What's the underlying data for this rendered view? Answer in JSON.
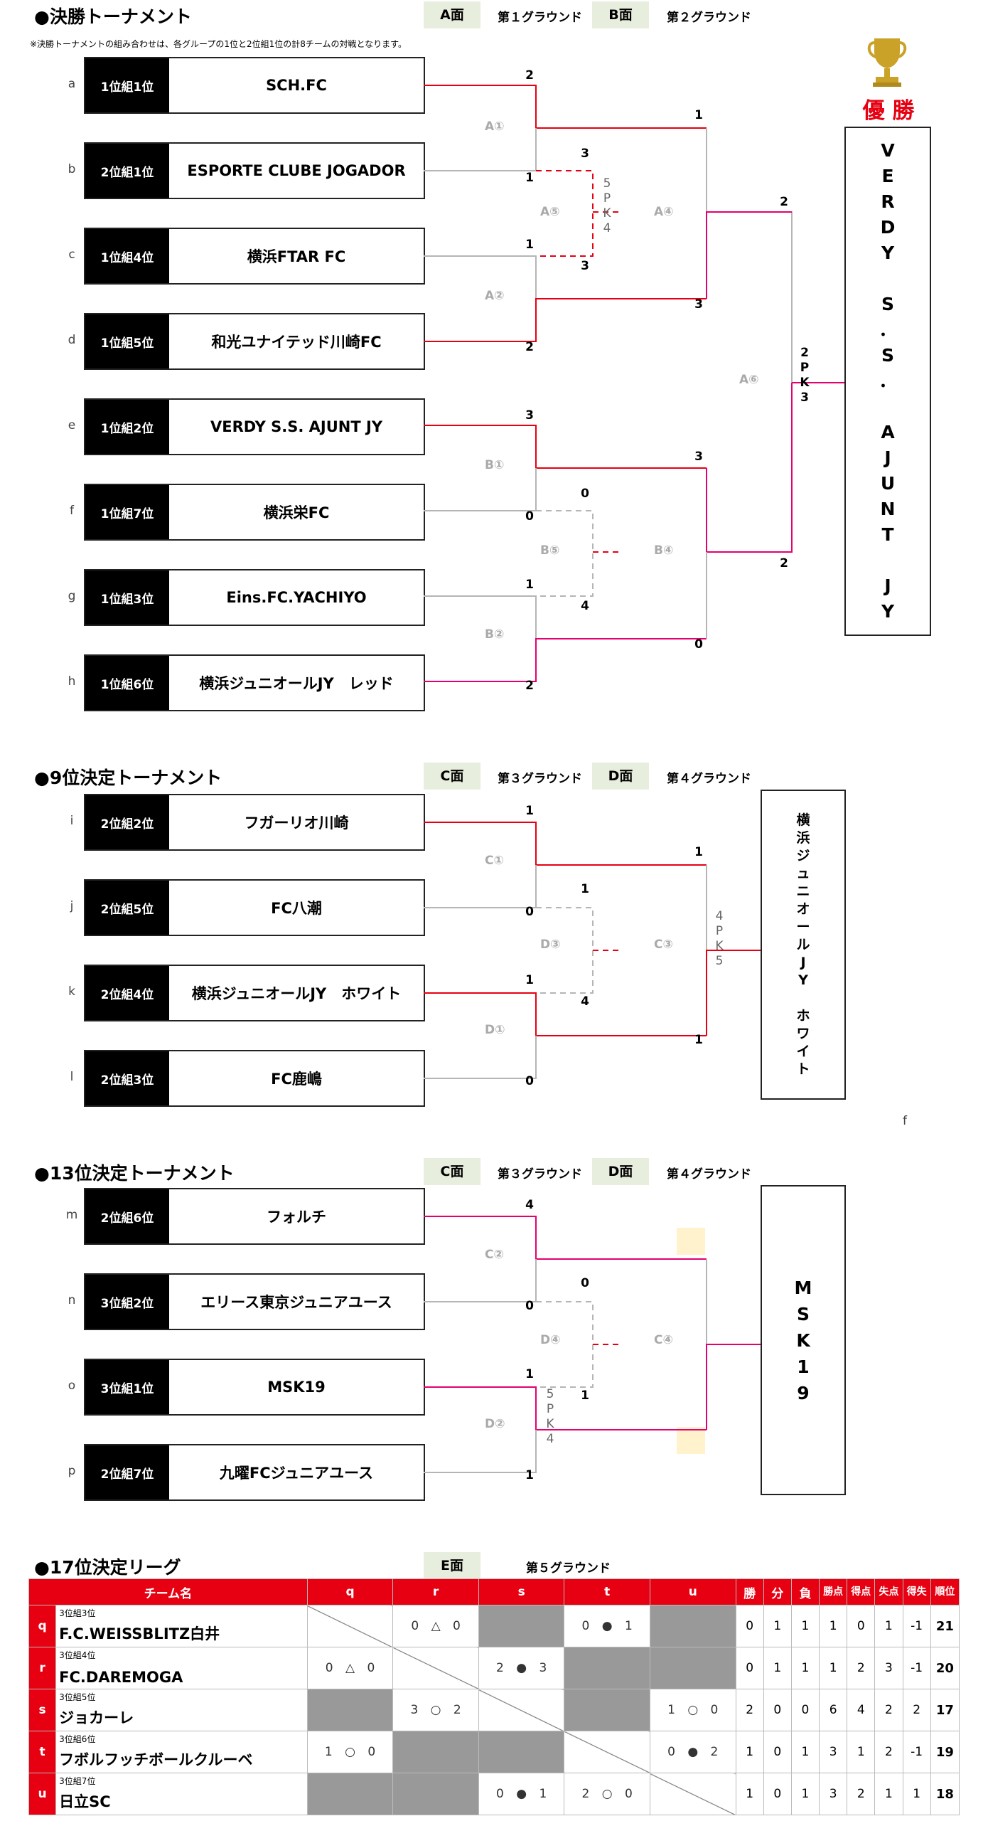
{
  "final": {
    "title": "●決勝トーナメント",
    "badge_a": "A面",
    "ground_a": "第１グラウンド",
    "badge_b": "B面",
    "ground_b": "第２グラウンド",
    "note": "※決勝トーナメントの組み合わせは、各グループの1位と2位組1位の計8チームの対戦となります。",
    "champion_label": "優 勝",
    "teams": [
      {
        "letter": "a",
        "seed": "1位組1位",
        "name": "SCH.FC"
      },
      {
        "letter": "b",
        "seed": "2位組1位",
        "name": "ESPORTE CLUBE JOGADOR"
      },
      {
        "letter": "c",
        "seed": "1位組4位",
        "name": "横浜FTAR FC"
      },
      {
        "letter": "d",
        "seed": "1位組5位",
        "name": "和光ユナイテッド川崎FC"
      },
      {
        "letter": "e",
        "seed": "1位組2位",
        "name": "VERDY S.S. AJUNT JY"
      },
      {
        "letter": "f",
        "seed": "1位組7位",
        "name": "横浜栄FC"
      },
      {
        "letter": "g",
        "seed": "1位組3位",
        "name": "Eins.FC.YACHIYO"
      },
      {
        "letter": "h",
        "seed": "1位組6位",
        "name": "横浜ジュニオールJY　レッド"
      }
    ],
    "match_labels": [
      "A①",
      "A②",
      "A⑤",
      "A④",
      "B①",
      "B②",
      "B⑤",
      "B④",
      "A⑥"
    ],
    "scores": {
      "a": "2",
      "b": "1",
      "c": "1",
      "d": "2",
      "a5_top": "3",
      "a5_bot": "3",
      "a4_top": "1",
      "a4_bot": "3",
      "e": "3",
      "f": "0",
      "g": "1",
      "h": "2",
      "b5_top": "0",
      "b5_bot": "4",
      "b4_top": "3",
      "b4_bot": "0",
      "a6_top": "2",
      "a6_bot": "2"
    },
    "pk_a5": [
      "5",
      "P",
      "K",
      "4"
    ],
    "pk_a6": [
      "2",
      "P",
      "K",
      "3"
    ],
    "winner_chars": [
      "V",
      "E",
      "R",
      "D",
      "Y",
      "",
      "S",
      "．",
      "S",
      "．",
      "",
      "A",
      "J",
      "U",
      "N",
      "T",
      "",
      "J",
      "Y"
    ]
  },
  "ninth": {
    "title": "●9位決定トーナメント",
    "badge_c": "C面",
    "ground_c": "第３グラウンド",
    "badge_d": "D面",
    "ground_d": "第４グラウンド",
    "teams": [
      {
        "letter": "i",
        "seed": "2位組2位",
        "name": "フガーリオ川崎"
      },
      {
        "letter": "j",
        "seed": "2位組5位",
        "name": "FC八潮"
      },
      {
        "letter": "k",
        "seed": "2位組4位",
        "name": "横浜ジュニオールJY　ホワイト"
      },
      {
        "letter": "l",
        "seed": "2位組3位",
        "name": "FC鹿嶋"
      }
    ],
    "match_labels": [
      "C①",
      "D①",
      "D③",
      "C③"
    ],
    "scores": {
      "i": "1",
      "j": "0",
      "k": "1",
      "l": "0",
      "d3_top": "1",
      "d3_bot": "4",
      "c3_top": "1",
      "c3_bot": "1"
    },
    "pk": [
      "4",
      "P",
      "K",
      "5"
    ],
    "winner_chars": [
      "横",
      "浜",
      "ジ",
      "ュ",
      "ニ",
      "オ",
      "ー",
      "ル",
      "J",
      "Y",
      "",
      "ホ",
      "ワ",
      "イ",
      "ト"
    ],
    "stray": "f"
  },
  "thirteenth": {
    "title": "●13位決定トーナメント",
    "badge_c": "C面",
    "ground_c": "第３グラウンド",
    "badge_d": "D面",
    "ground_d": "第４グラウンド",
    "teams": [
      {
        "letter": "m",
        "seed": "2位組6位",
        "name": "フォルチ"
      },
      {
        "letter": "n",
        "seed": "3位組2位",
        "name": "エリース東京ジュニアユース"
      },
      {
        "letter": "o",
        "seed": "3位組1位",
        "name": "MSK19"
      },
      {
        "letter": "p",
        "seed": "2位組7位",
        "name": "九曜FCジュニアユース"
      }
    ],
    "match_labels": [
      "C②",
      "D②",
      "D④",
      "C④"
    ],
    "scores": {
      "m": "4",
      "n": "0",
      "o": "1",
      "p": "1",
      "d4_top": "0",
      "d4_bot": "1"
    },
    "pk": [
      "5",
      "P",
      "K",
      "4"
    ],
    "winner_chars": [
      "M",
      "S",
      "K",
      "1",
      "9"
    ]
  },
  "league": {
    "title": "●17位決定リーグ",
    "badge_e": "E面",
    "ground_e": "第５グラウンド",
    "headers": {
      "team": "チーム名",
      "q": "q",
      "r": "r",
      "s": "s",
      "t": "t",
      "u": "u",
      "win": "勝",
      "draw": "分",
      "loss": "負",
      "pts": "勝点",
      "gf": "得点",
      "ga": "失点",
      "gd": "得失",
      "rank": "順位"
    },
    "rows": [
      {
        "letter": "q",
        "seed": "3位組3位",
        "name": "F.C.WEISSBLITZ白井",
        "results": [
          "",
          "0 △ 0",
          "",
          "0 ● 1",
          ""
        ],
        "stats": [
          "0",
          "1",
          "1",
          "1",
          "0",
          "1",
          "-1"
        ],
        "rank": "21"
      },
      {
        "letter": "r",
        "seed": "3位組4位",
        "name": "FC.DAREMOGA",
        "results": [
          "0 △ 0",
          "",
          "2 ● 3",
          "",
          ""
        ],
        "stats": [
          "0",
          "1",
          "1",
          "1",
          "2",
          "3",
          "-1"
        ],
        "rank": "20"
      },
      {
        "letter": "s",
        "seed": "3位組5位",
        "name": "ジョカーレ",
        "results": [
          "",
          "3 ○ 2",
          "",
          "",
          "1 ○ 0"
        ],
        "stats": [
          "2",
          "0",
          "0",
          "6",
          "4",
          "2",
          "2"
        ],
        "rank": "17"
      },
      {
        "letter": "t",
        "seed": "3位組6位",
        "name": "フボルフッチボールクルーベ",
        "results": [
          "1 ○ 0",
          "",
          "",
          "",
          "0 ● 2"
        ],
        "stats": [
          "1",
          "0",
          "1",
          "3",
          "1",
          "2",
          "-1"
        ],
        "rank": "19"
      },
      {
        "letter": "u",
        "seed": "3位組7位",
        "name": "日立SC",
        "results": [
          "",
          "",
          "0 ● 1",
          "2 ○ 0",
          ""
        ],
        "stats": [
          "1",
          "0",
          "1",
          "3",
          "2",
          "1",
          "1"
        ],
        "rank": "18"
      }
    ]
  },
  "colors": {
    "red": "#e60012",
    "pink": "#e4006f",
    "grey": "#b5b5b5",
    "badge": "#e8eedd",
    "highlight": "#fff2cc"
  }
}
